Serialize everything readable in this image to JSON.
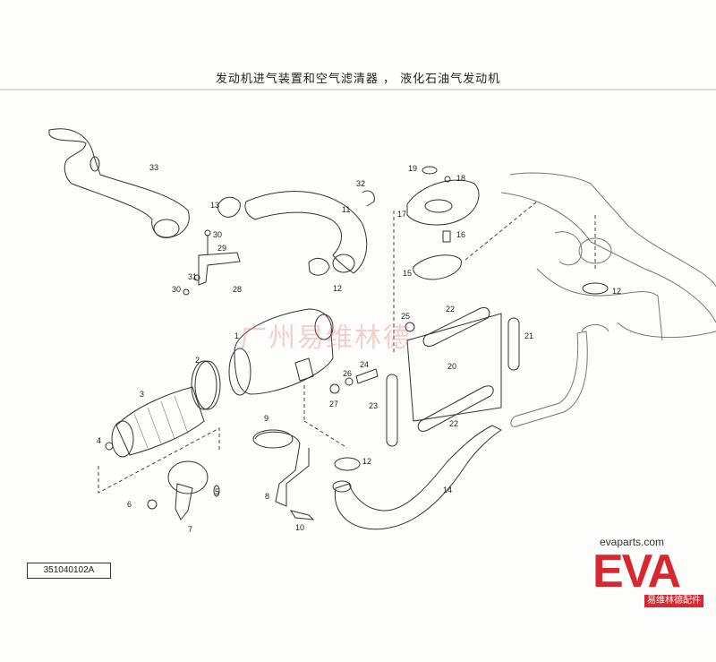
{
  "title": "发动机进气装置和空气滤清器 ， 液化石油气发动机",
  "drawing_number": "351040102A",
  "watermark": "广州易维林德",
  "brand": {
    "url": "evaparts.com",
    "logo": "EVA",
    "subtitle": "易维林德配件",
    "color": "#d7282f"
  },
  "callouts": [
    {
      "id": "1",
      "label": "1"
    },
    {
      "id": "2",
      "label": "2"
    },
    {
      "id": "3",
      "label": "3"
    },
    {
      "id": "4",
      "label": "4"
    },
    {
      "id": "5",
      "label": "5"
    },
    {
      "id": "6",
      "label": "6"
    },
    {
      "id": "7",
      "label": "7"
    },
    {
      "id": "8",
      "label": "8"
    },
    {
      "id": "9",
      "label": "9"
    },
    {
      "id": "10",
      "label": "10"
    },
    {
      "id": "11",
      "label": "11"
    },
    {
      "id": "12a",
      "label": "12"
    },
    {
      "id": "12b",
      "label": "12"
    },
    {
      "id": "12c",
      "label": "12"
    },
    {
      "id": "13",
      "label": "13"
    },
    {
      "id": "14",
      "label": "14"
    },
    {
      "id": "15",
      "label": "15"
    },
    {
      "id": "16",
      "label": "16"
    },
    {
      "id": "17",
      "label": "17"
    },
    {
      "id": "18",
      "label": "18"
    },
    {
      "id": "19",
      "label": "19"
    },
    {
      "id": "20",
      "label": "20"
    },
    {
      "id": "21",
      "label": "21"
    },
    {
      "id": "22a",
      "label": "22"
    },
    {
      "id": "22b",
      "label": "22"
    },
    {
      "id": "23",
      "label": "23"
    },
    {
      "id": "24",
      "label": "24"
    },
    {
      "id": "25",
      "label": "25"
    },
    {
      "id": "26",
      "label": "26"
    },
    {
      "id": "27",
      "label": "27"
    },
    {
      "id": "28",
      "label": "28"
    },
    {
      "id": "29",
      "label": "29"
    },
    {
      "id": "30a",
      "label": "30"
    },
    {
      "id": "30b",
      "label": "30"
    },
    {
      "id": "31",
      "label": "31"
    },
    {
      "id": "32",
      "label": "32"
    },
    {
      "id": "33",
      "label": "33"
    }
  ]
}
